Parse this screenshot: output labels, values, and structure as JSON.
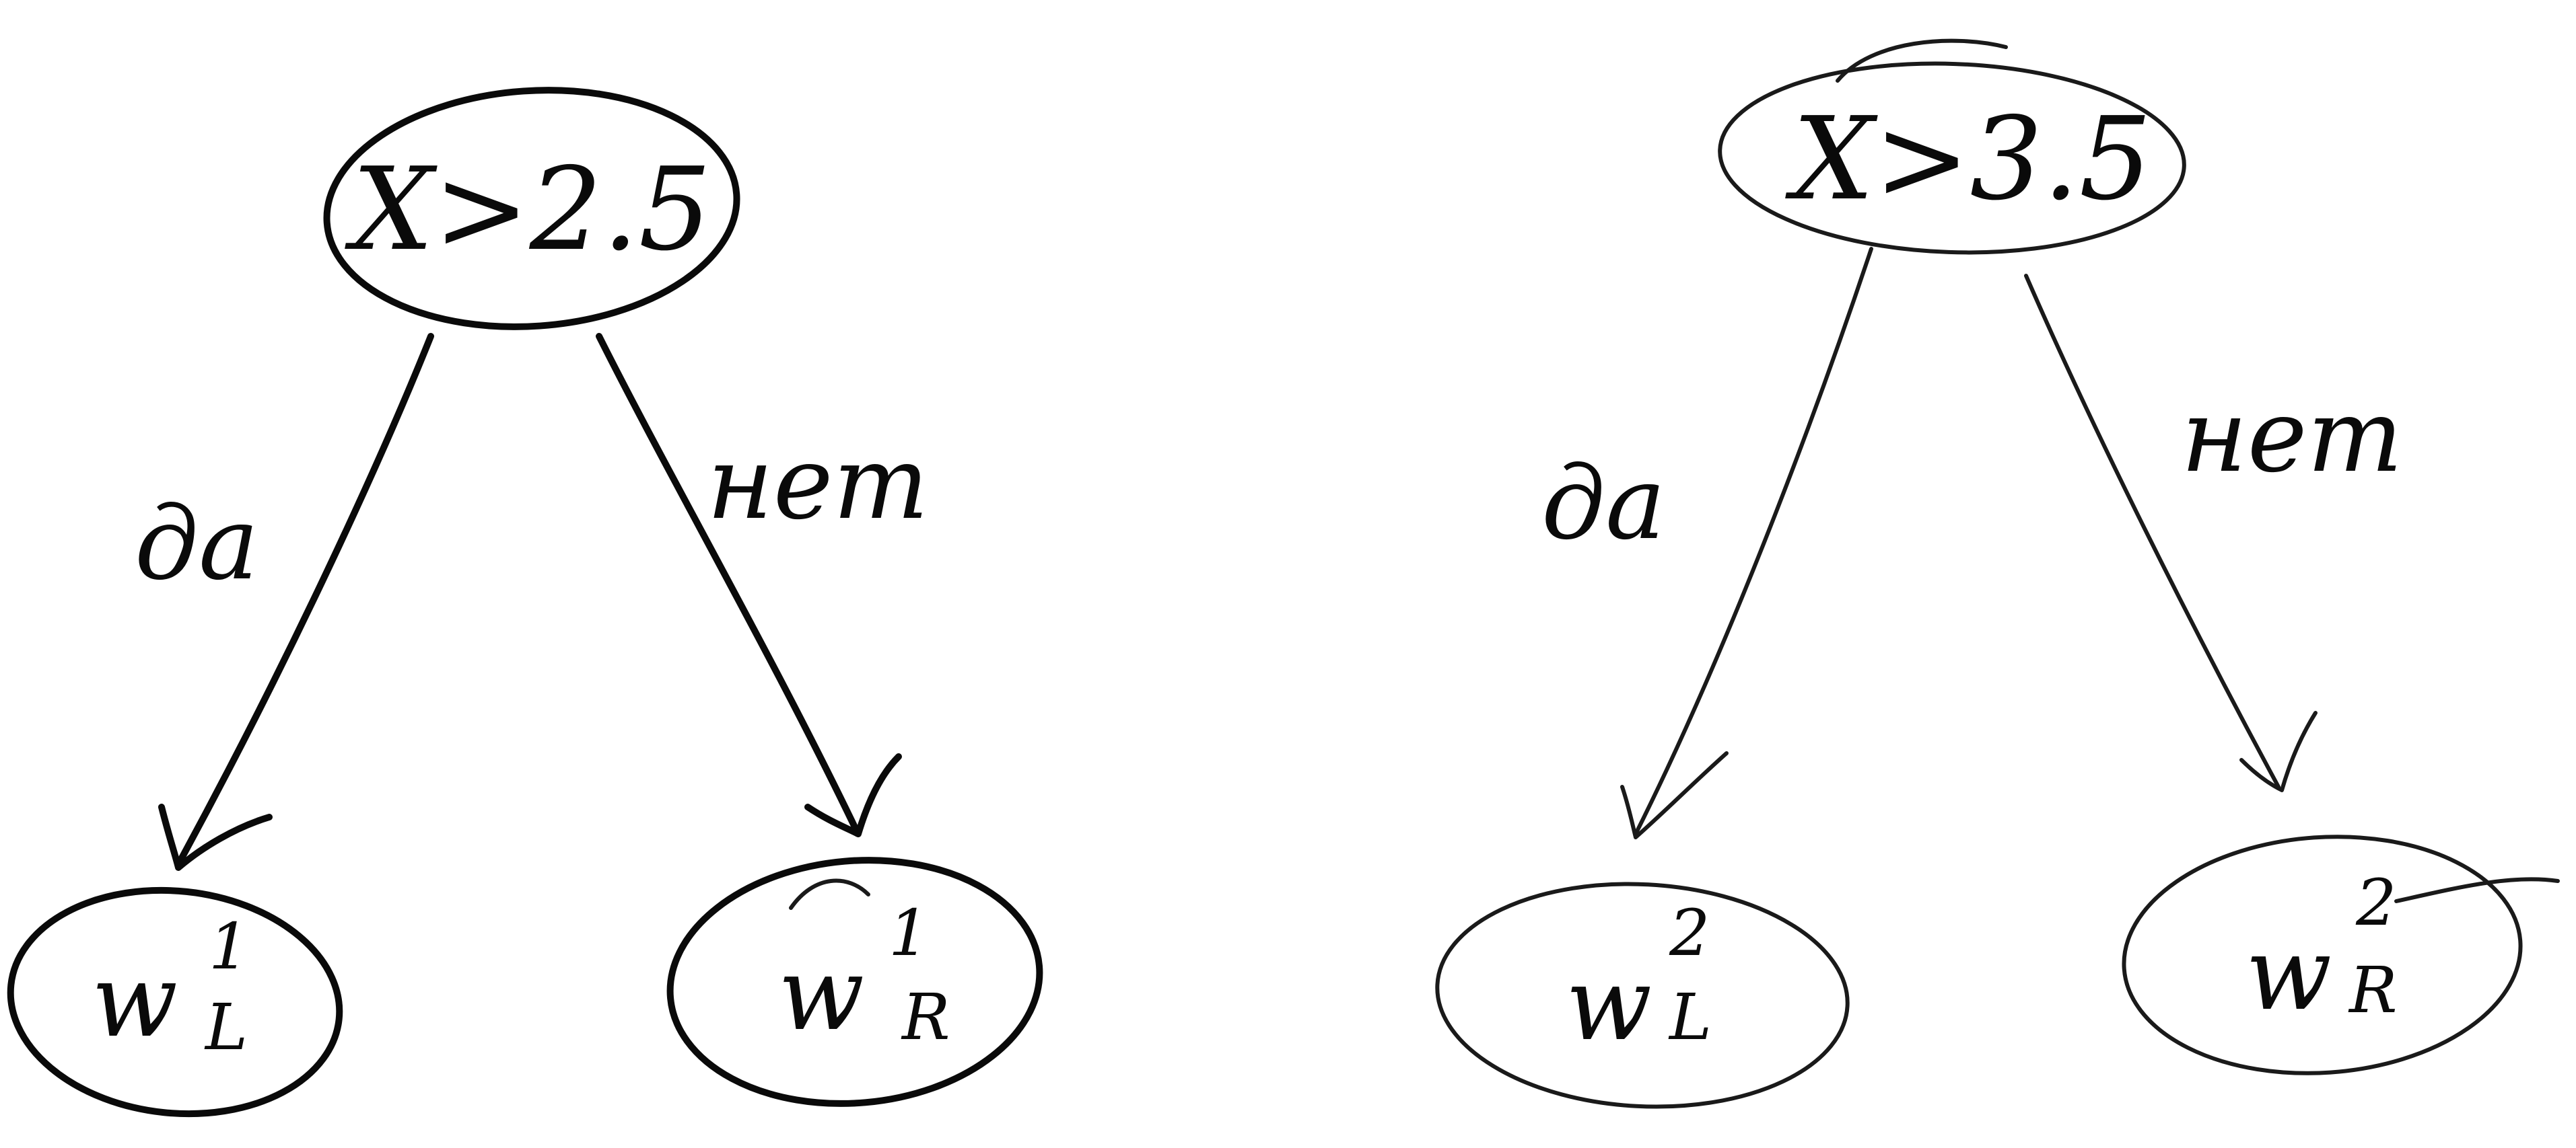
{
  "trees": [
    {
      "root": {
        "condition": "X>2.5"
      },
      "edges": {
        "yes_label": "да",
        "no_label": "нет"
      },
      "leaves": {
        "left": {
          "symbol": "w",
          "superscript": "1",
          "subscript": "L"
        },
        "right": {
          "symbol": "w",
          "superscript": "1",
          "subscript": "R"
        }
      }
    },
    {
      "root": {
        "condition": "X>3.5"
      },
      "edges": {
        "yes_label": "да",
        "no_label": "нет"
      },
      "leaves": {
        "left": {
          "symbol": "w",
          "superscript": "2",
          "subscript": "L"
        },
        "right": {
          "symbol": "w",
          "superscript": "2",
          "subscript": "R"
        }
      }
    }
  ],
  "colors": {
    "ink": "#0a0a0a",
    "background": "#ffffff"
  }
}
